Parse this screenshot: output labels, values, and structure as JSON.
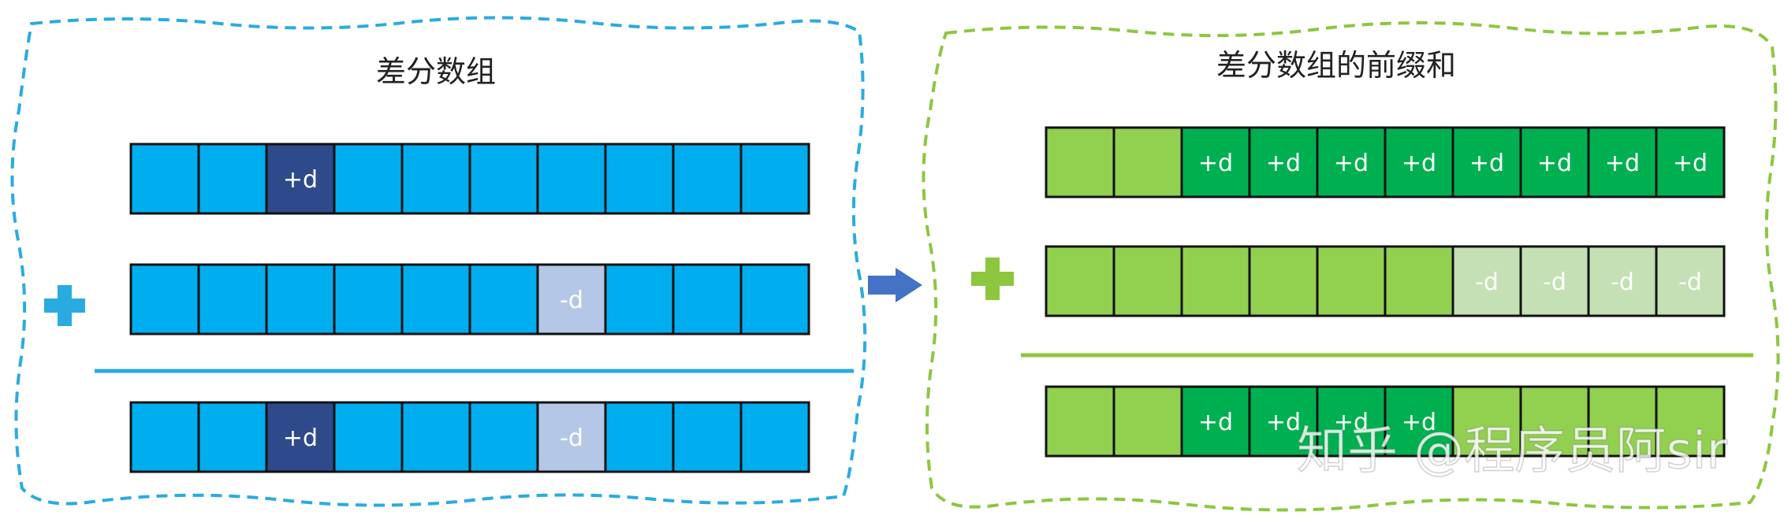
{
  "colors": {
    "left_frame": "#29abe2",
    "right_frame": "#8dc63f",
    "base_blue": "#00aeef",
    "dark_blue": "#2e4a8a",
    "light_lavender": "#b4c7e7",
    "base_green": "#92d050",
    "dark_green": "#00b050",
    "light_green": "#c5e0b4",
    "arrow": "#4472c4",
    "cell_border": "#111111"
  },
  "left_panel": {
    "title": "差分数组",
    "plus_sign": "+",
    "plus_icon": "plus-icon",
    "rows": [
      {
        "cells": [
          {
            "text": "",
            "fill": "base"
          },
          {
            "text": "",
            "fill": "base"
          },
          {
            "text": "+d",
            "fill": "dark"
          },
          {
            "text": "",
            "fill": "base"
          },
          {
            "text": "",
            "fill": "base"
          },
          {
            "text": "",
            "fill": "base"
          },
          {
            "text": "",
            "fill": "base"
          },
          {
            "text": "",
            "fill": "base"
          },
          {
            "text": "",
            "fill": "base"
          },
          {
            "text": "",
            "fill": "base"
          }
        ]
      },
      {
        "cells": [
          {
            "text": "",
            "fill": "base"
          },
          {
            "text": "",
            "fill": "base"
          },
          {
            "text": "",
            "fill": "base"
          },
          {
            "text": "",
            "fill": "base"
          },
          {
            "text": "",
            "fill": "base"
          },
          {
            "text": "",
            "fill": "base"
          },
          {
            "text": "-d",
            "fill": "light"
          },
          {
            "text": "",
            "fill": "base"
          },
          {
            "text": "",
            "fill": "base"
          },
          {
            "text": "",
            "fill": "base"
          }
        ]
      },
      {
        "cells": [
          {
            "text": "",
            "fill": "base"
          },
          {
            "text": "",
            "fill": "base"
          },
          {
            "text": "+d",
            "fill": "dark"
          },
          {
            "text": "",
            "fill": "base"
          },
          {
            "text": "",
            "fill": "base"
          },
          {
            "text": "",
            "fill": "base"
          },
          {
            "text": "-d",
            "fill": "light"
          },
          {
            "text": "",
            "fill": "base"
          },
          {
            "text": "",
            "fill": "base"
          },
          {
            "text": "",
            "fill": "base"
          }
        ]
      }
    ]
  },
  "arrow_icon": "right-arrow-icon",
  "right_panel": {
    "title": "差分数组的前缀和",
    "plus_sign": "+",
    "plus_icon": "plus-icon",
    "rows": [
      {
        "cells": [
          {
            "text": "",
            "fill": "base"
          },
          {
            "text": "",
            "fill": "base"
          },
          {
            "text": "+d",
            "fill": "dark"
          },
          {
            "text": "+d",
            "fill": "dark"
          },
          {
            "text": "+d",
            "fill": "dark"
          },
          {
            "text": "+d",
            "fill": "dark"
          },
          {
            "text": "+d",
            "fill": "dark"
          },
          {
            "text": "+d",
            "fill": "dark"
          },
          {
            "text": "+d",
            "fill": "dark"
          },
          {
            "text": "+d",
            "fill": "dark"
          }
        ]
      },
      {
        "cells": [
          {
            "text": "",
            "fill": "base"
          },
          {
            "text": "",
            "fill": "base"
          },
          {
            "text": "",
            "fill": "base"
          },
          {
            "text": "",
            "fill": "base"
          },
          {
            "text": "",
            "fill": "base"
          },
          {
            "text": "",
            "fill": "base"
          },
          {
            "text": "-d",
            "fill": "light"
          },
          {
            "text": "-d",
            "fill": "light"
          },
          {
            "text": "-d",
            "fill": "light"
          },
          {
            "text": "-d",
            "fill": "light"
          }
        ]
      },
      {
        "cells": [
          {
            "text": "",
            "fill": "base"
          },
          {
            "text": "",
            "fill": "base"
          },
          {
            "text": "+d",
            "fill": "dark"
          },
          {
            "text": "+d",
            "fill": "dark"
          },
          {
            "text": "+d",
            "fill": "dark"
          },
          {
            "text": "+d",
            "fill": "dark"
          },
          {
            "text": "",
            "fill": "base"
          },
          {
            "text": "",
            "fill": "base"
          },
          {
            "text": "",
            "fill": "base"
          },
          {
            "text": "",
            "fill": "base"
          }
        ]
      }
    ]
  },
  "watermark": "知乎 @程序员阿sir"
}
